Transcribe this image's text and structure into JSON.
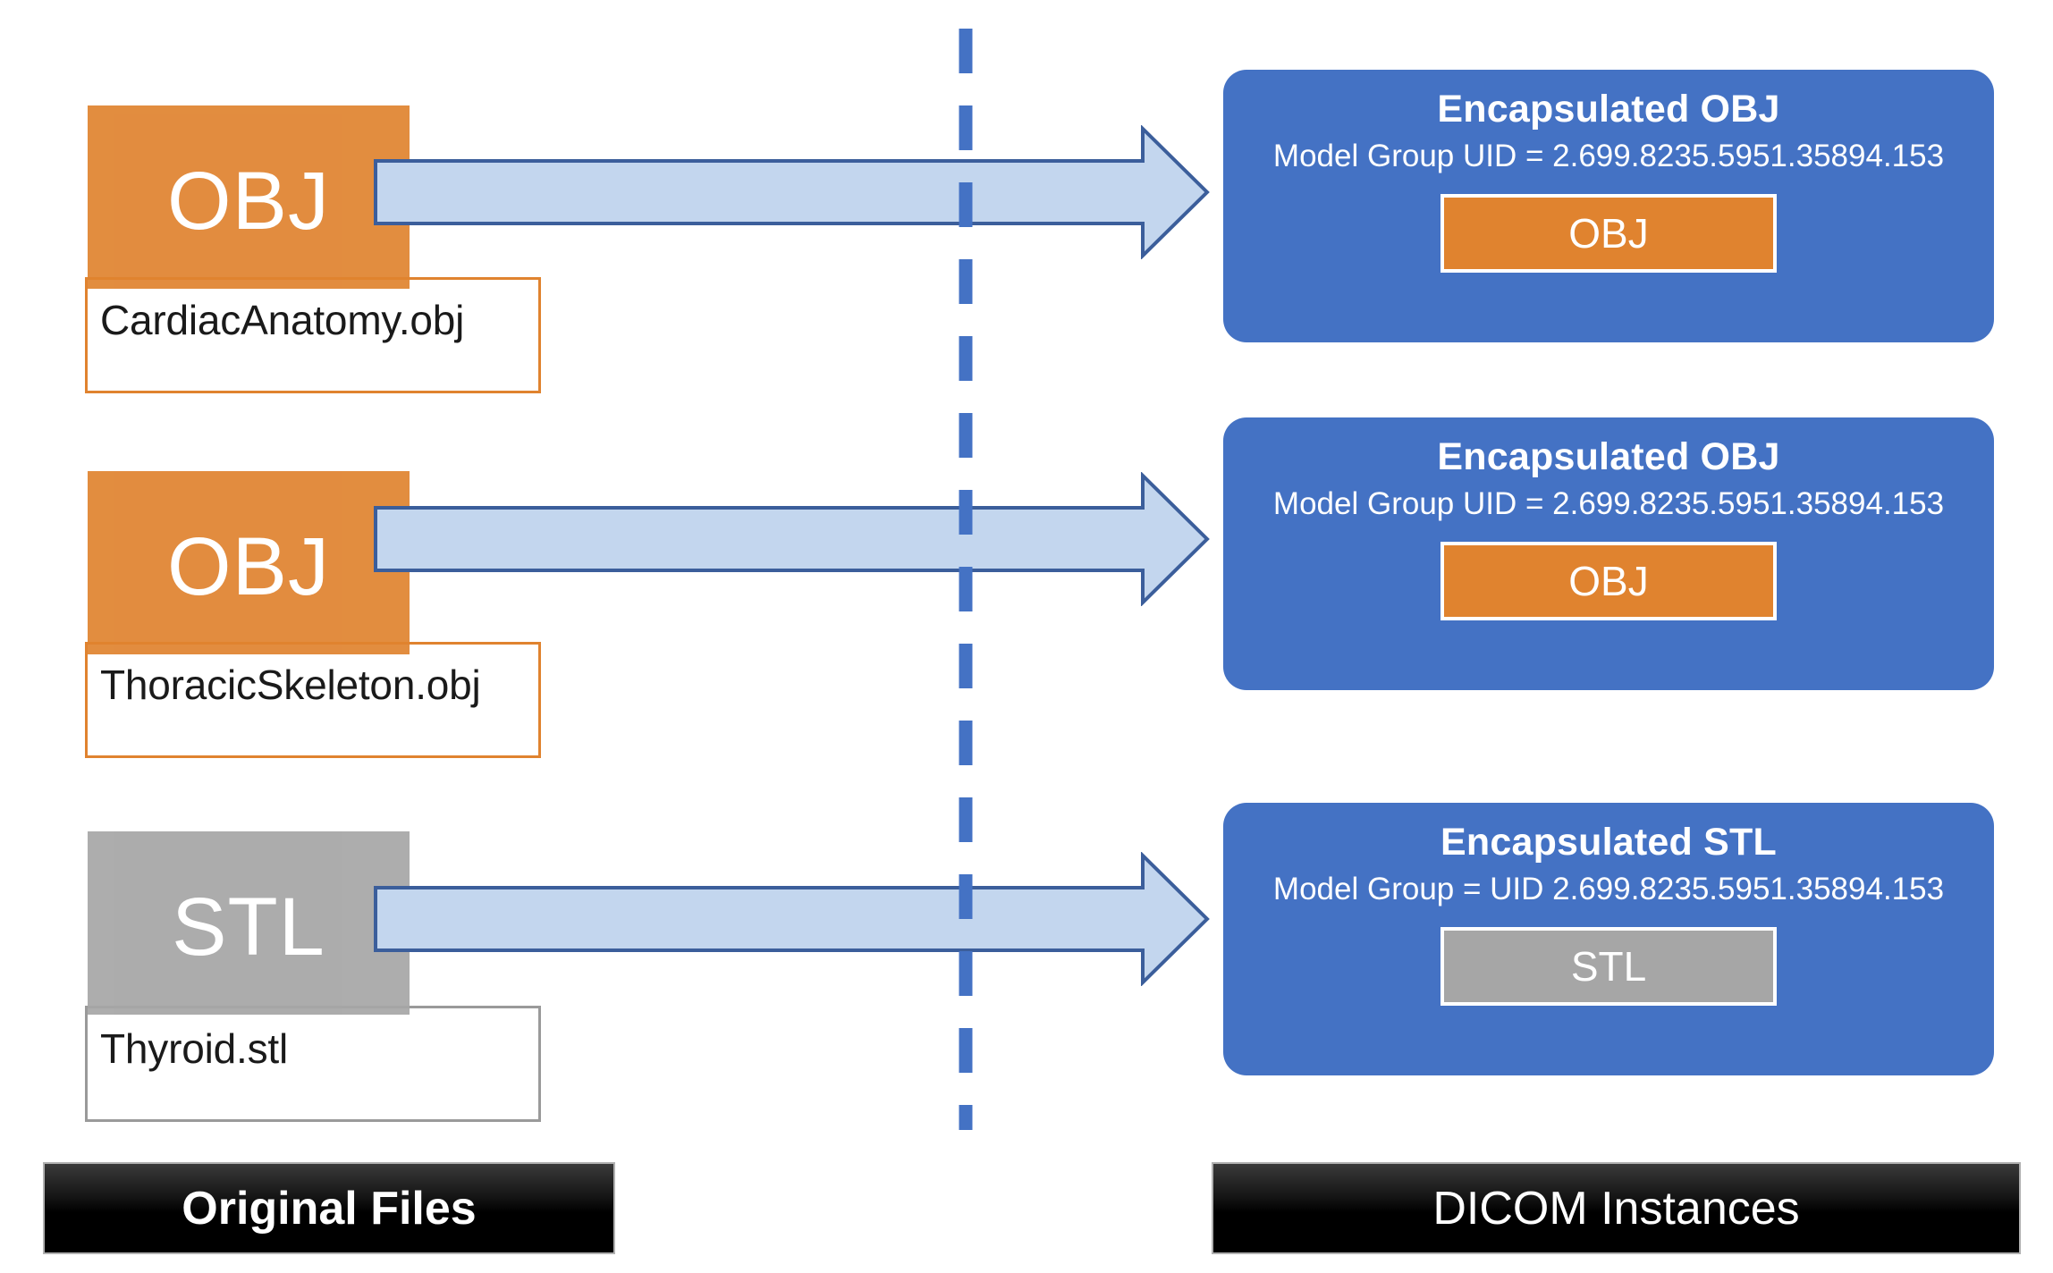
{
  "diagram": {
    "title_hidden": "",
    "colors": {
      "orange": "#E0832F",
      "gray": "#A6A6A6",
      "blue": "#4472C4",
      "arrow_fill": "#C3D6EE",
      "arrow_stroke": "#3B5E9B",
      "divider": "#4472C4"
    }
  },
  "rows": [
    {
      "format": "OBJ",
      "filename": "CardiacAnatomy.obj",
      "swatch_color": "orange",
      "label_border": "orange",
      "dicom": {
        "title": "Encapsulated  OBJ",
        "uid_line": "Model Group UID = 2.699.8235.5951.35894.153",
        "inner_label": "OBJ",
        "inner_color": "orange"
      }
    },
    {
      "format": "OBJ",
      "filename": "ThoracicSkeleton.obj",
      "swatch_color": "orange",
      "label_border": "orange",
      "dicom": {
        "title": "Encapsulated  OBJ",
        "uid_line": "Model Group UID = 2.699.8235.5951.35894.153",
        "inner_label": "OBJ",
        "inner_color": "orange"
      }
    },
    {
      "format": "STL",
      "filename": "Thyroid.stl",
      "swatch_color": "gray",
      "label_border": "gray",
      "dicom": {
        "title": "Encapsulated  STL",
        "uid_line": "Model Group = UID 2.699.8235.5951.35894.153",
        "inner_label": "STL",
        "inner_color": "gray"
      }
    }
  ],
  "banners": {
    "left": "Original Files",
    "right": "DICOM Instances"
  }
}
